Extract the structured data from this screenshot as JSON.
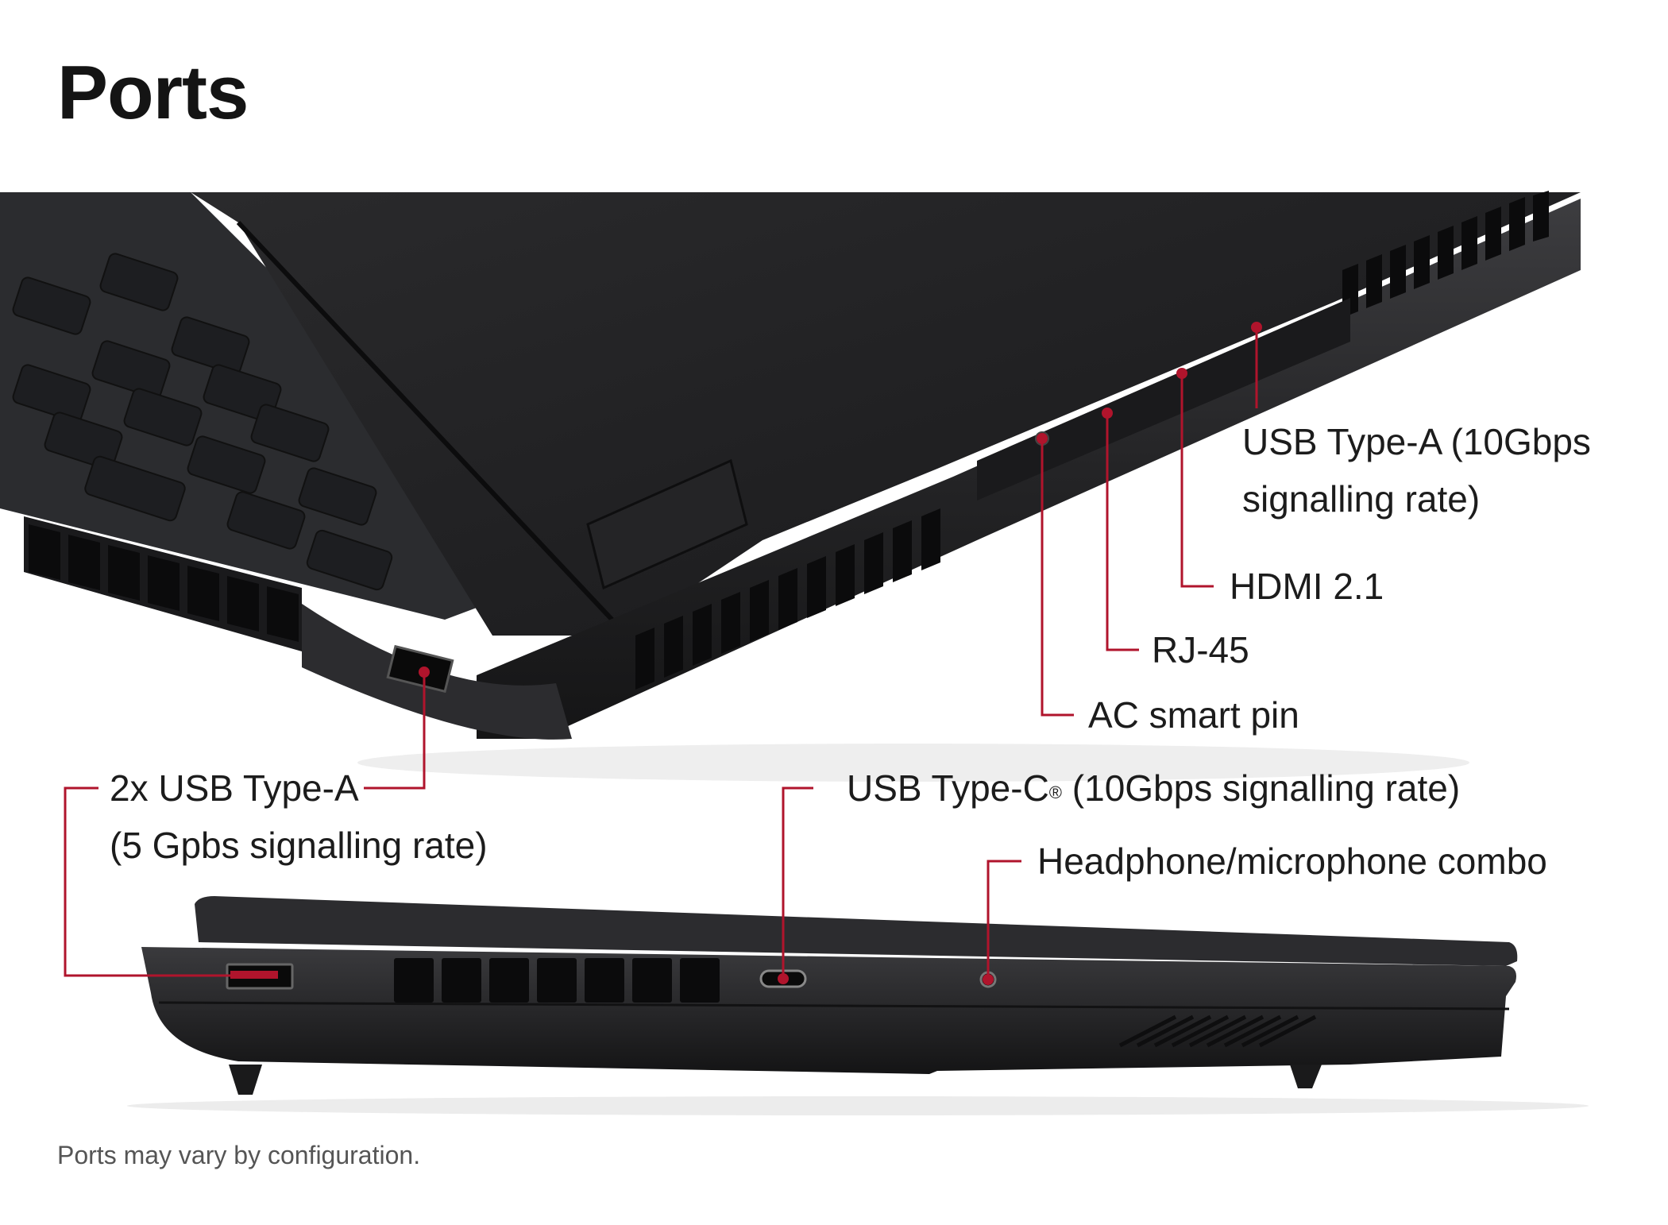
{
  "title": "Ports",
  "labels": {
    "usb_a_rear_line1": "USB Type-A (10Gbps",
    "usb_a_rear_line2": "signalling rate)",
    "hdmi": "HDMI 2.1",
    "rj45": "RJ-45",
    "ac_pin": "AC smart pin",
    "usb_a_side_line1": "2x USB Type-A",
    "usb_a_side_line2": "(5 Gpbs signalling rate)",
    "usb_c_main": "USB Type-C",
    "usb_c_mark": "®",
    "usb_c_rest": " (10Gbps signalling rate)",
    "headphone": "Headphone/microphone combo"
  },
  "footnote": "Ports may vary by configuration.",
  "colors": {
    "callout": "#b0142c",
    "chassis": "#1f1f21",
    "chassis_light": "#3a3a3d",
    "keycap": "#26272a",
    "key_legend": "#3aa0ff"
  }
}
